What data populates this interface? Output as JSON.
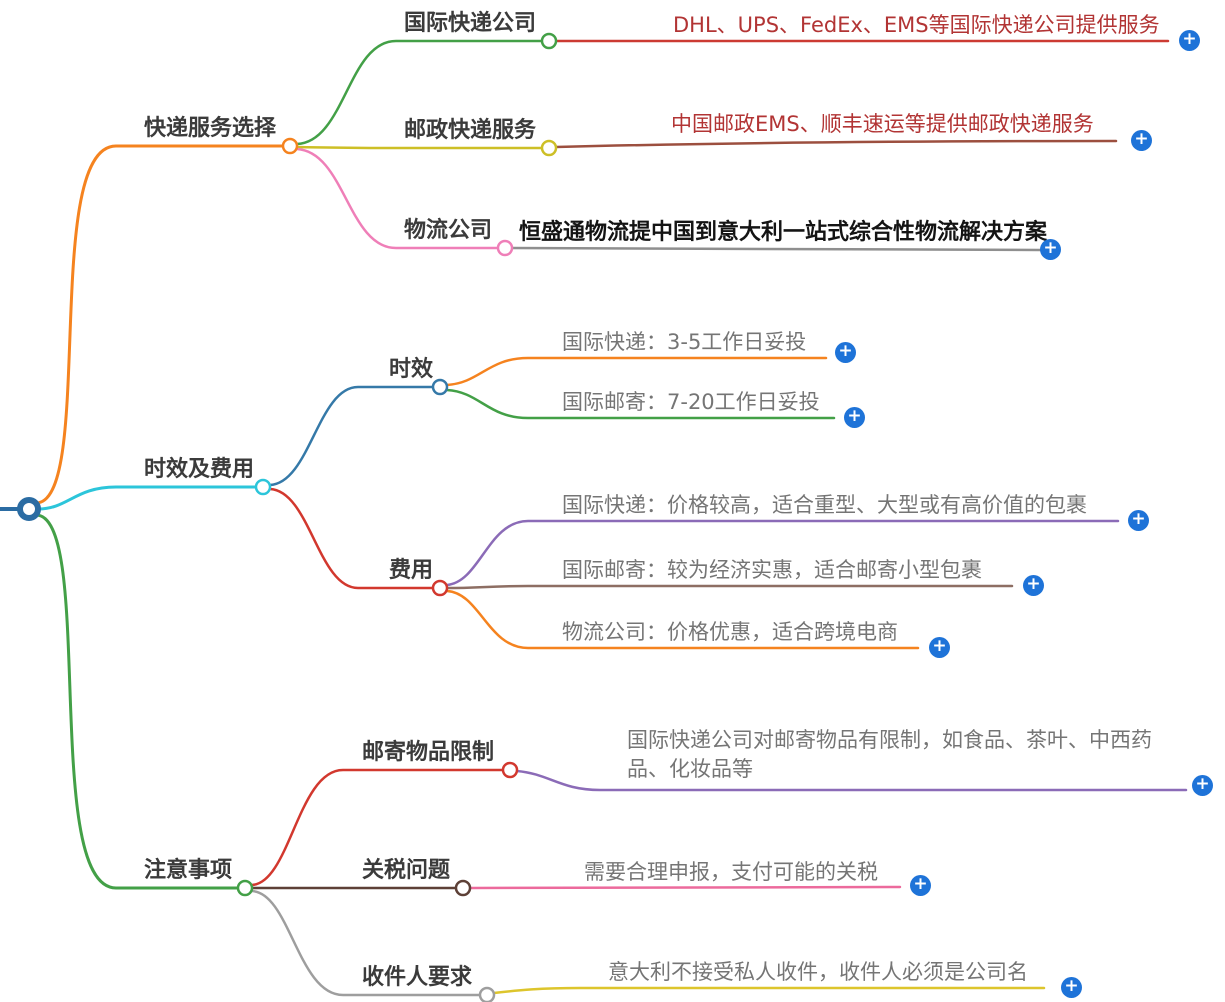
{
  "colors": {
    "root_blue": "#2b6ca3",
    "orange": "#f5831f",
    "cyan": "#2cc5da",
    "green": "#43a047",
    "yellow": "#cdbf26",
    "pink": "#ef7fb8",
    "blue": "#3579a8",
    "red": "#d2382e",
    "purple": "#8b6bb7",
    "brown": "#8d6e63",
    "dark_brown": "#5d4037",
    "gray": "#9e9e9e",
    "light_gray": "#8f8f8f",
    "crimson": "#cc3b33",
    "maroon": "#9c4f3f",
    "pink_line": "#ec6a9c",
    "leaf_yellow": "#ddc52c",
    "plus_blue": "#1e73d8",
    "label_text": "#3b3b3b",
    "leaf_text": "#757575",
    "dark_red_text": "#b23434",
    "black_text": "#141414"
  },
  "icons": {
    "plus": "+"
  },
  "mindmap": {
    "branch1": {
      "label": "快递服务选择",
      "children": {
        "intl_express": {
          "label": "国际快递公司",
          "leaf": "DHL、UPS、FedEx、EMS等国际快递公司提供服务"
        },
        "postal": {
          "label": "邮政快递服务",
          "leaf": "中国邮政EMS、顺丰速运等提供邮政快递服务"
        },
        "logistics": {
          "label": "物流公司",
          "leaf": "恒盛通物流提中国到意大利一站式综合性物流解决方案"
        }
      }
    },
    "branch2": {
      "label": "时效及费用",
      "children": {
        "timeliness": {
          "label": "时效",
          "leaves": [
            "国际快递：3-5工作日妥投",
            "国际邮寄：7-20工作日妥投"
          ]
        },
        "cost": {
          "label": "费用",
          "leaves": [
            "国际快递：价格较高，适合重型、大型或有高价值的包裹",
            "国际邮寄：较为经济实惠，适合邮寄小型包裹",
            "物流公司：价格优惠，适合跨境电商"
          ]
        }
      }
    },
    "branch3": {
      "label": "注意事项",
      "children": {
        "item_limit": {
          "label": "邮寄物品限制",
          "leaf": "国际快递公司对邮寄物品有限制，如食品、茶叶、中西药品、化妆品等"
        },
        "tariff": {
          "label": "关税问题",
          "leaf": "需要合理申报，支付可能的关税"
        },
        "recipient": {
          "label": "收件人要求",
          "leaf": "意大利不接受私人收件，收件人必须是公司名"
        }
      }
    }
  }
}
